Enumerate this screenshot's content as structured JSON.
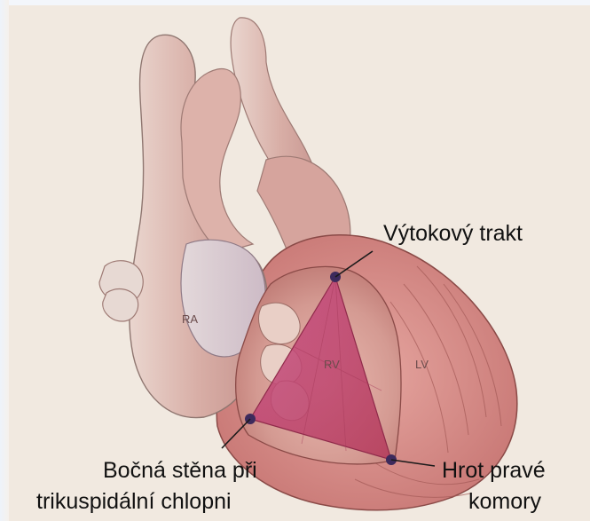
{
  "labels": {
    "outflow": "Výtokový trakt",
    "lateral_line1": "Bočná stěna při",
    "lateral_line2": "trikuspidální chlopni",
    "apex_line1": "Hrot pravé",
    "apex_line2": "komory",
    "ra": "RA",
    "rv": "RV",
    "lv": "LV"
  },
  "colors": {
    "background": "#f1e9e0",
    "heart_tissue": "#d9a7a0",
    "rv_triangle": "#c0466e",
    "marker": "#3d2a5c",
    "leader_line": "#1a1a1a"
  }
}
